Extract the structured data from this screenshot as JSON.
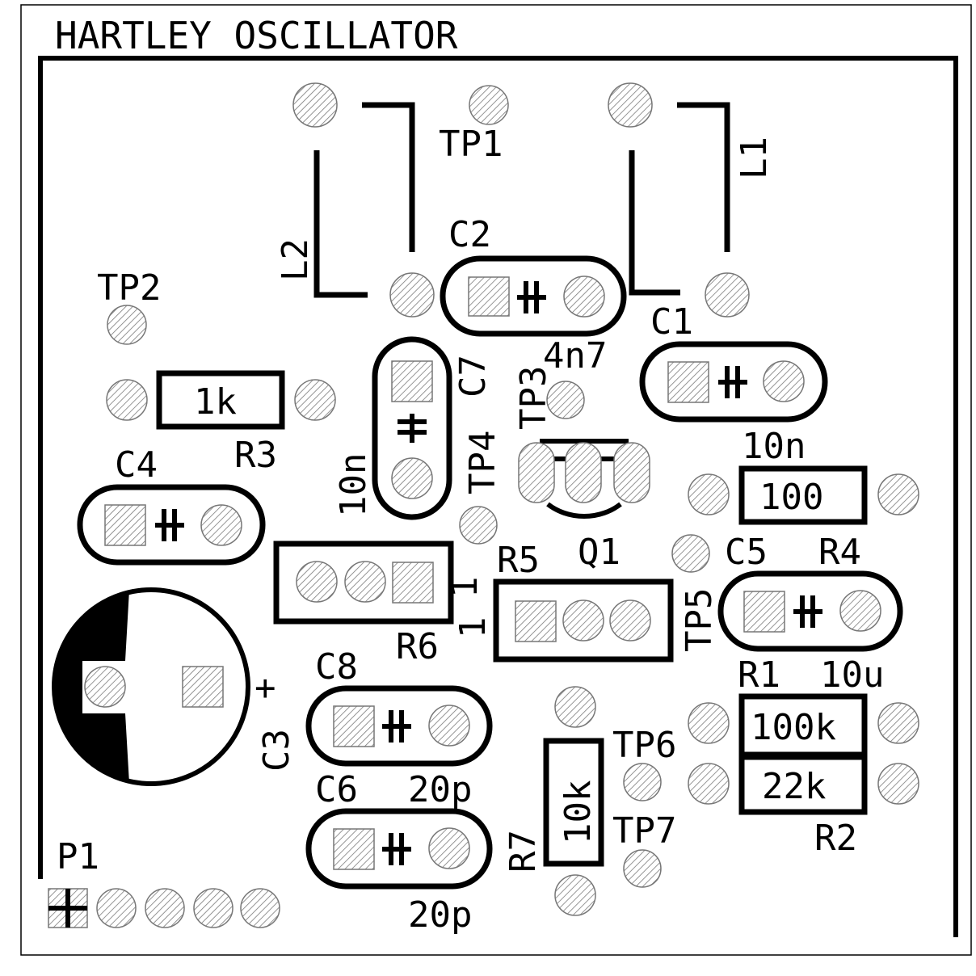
{
  "title": "HARTLEY OSCILLATOR",
  "labels": {
    "tp1": "TP1",
    "tp2": "TP2",
    "tp3": "TP3",
    "tp4": "TP4",
    "tp5": "TP5",
    "tp6": "TP6",
    "tp7": "TP7",
    "l1": "L1",
    "l2": "L2",
    "c1": "C1",
    "c2": "C2",
    "c3": "C3",
    "c4": "C4",
    "c5": "C5",
    "c6": "C6",
    "c7": "C7",
    "c8": "C8",
    "c2_value": "4n7",
    "c1_value": "10n",
    "c7_value": "10n",
    "c5_value": "10u",
    "c8_value": "20p",
    "c6_value": "20p",
    "r1": "R1",
    "r2": "R2",
    "r3": "R3",
    "r4": "R4",
    "r5": "R5",
    "r6": "R6",
    "r7": "R7",
    "r1_value": "100k",
    "r2_value": "22k",
    "r3_value": "1k",
    "r4_value": "100",
    "r7_value": "10k",
    "r5_value": "1",
    "r6_value": "1",
    "q1": "Q1",
    "p1": "P1",
    "c3_polarity": "+"
  }
}
